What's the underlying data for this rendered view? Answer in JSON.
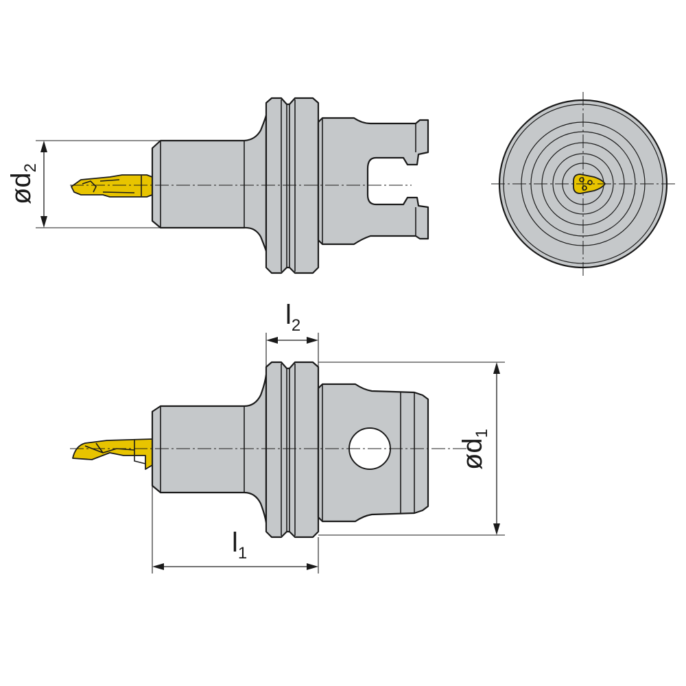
{
  "colors": {
    "body": "#c5c8ca",
    "insert": "#e8c400",
    "outline": "#1a1a1a"
  },
  "dimensions": {
    "d2": {
      "prefix": "ød",
      "subscript": "2"
    },
    "d1": {
      "prefix": "ød",
      "subscript": "1"
    },
    "l1": {
      "prefix": "l",
      "subscript": "1"
    },
    "l2": {
      "prefix": "l",
      "subscript": "2"
    }
  }
}
